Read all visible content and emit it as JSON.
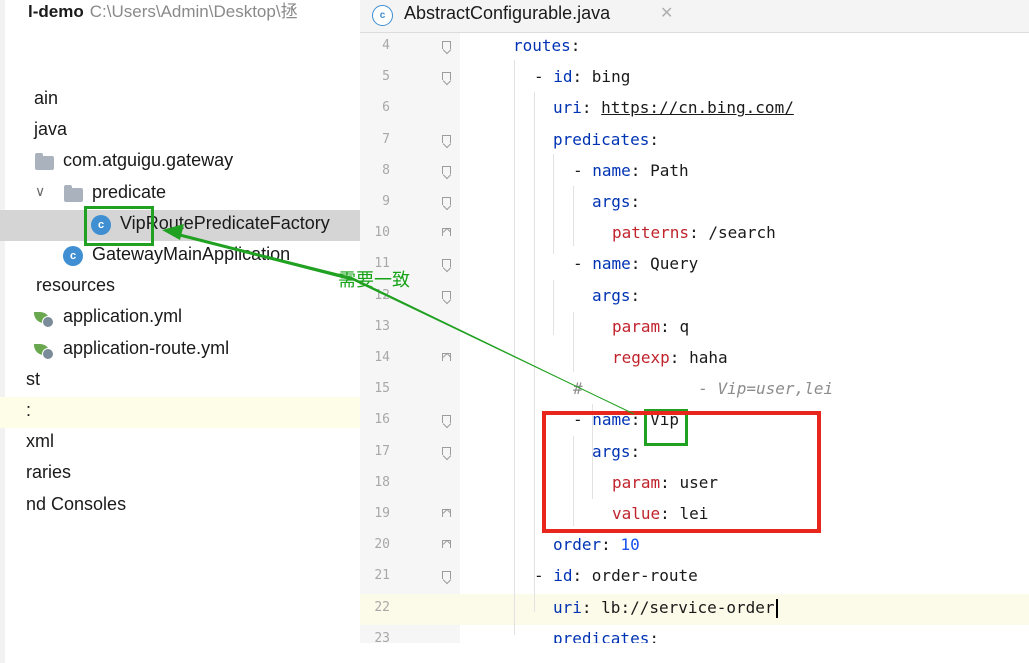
{
  "project_panel": {
    "project_name": "l-demo",
    "project_path": "C:\\Users\\Admin\\Desktop\\拯",
    "tree": [
      {
        "name": "tree-item-main",
        "label": "ain",
        "indent": 34,
        "icon": "none"
      },
      {
        "name": "tree-item-java",
        "label": "java",
        "indent": 34,
        "icon": "none"
      },
      {
        "name": "tree-item-package-gateway",
        "label": "com.atguigu.gateway",
        "indent": 63,
        "icon": "folder-icon"
      },
      {
        "name": "tree-item-package-predicate",
        "label": "predicate",
        "indent": 92,
        "icon": "folder-icon",
        "expanded": true
      },
      {
        "name": "tree-item-vip-route-predicate-factory",
        "label": "VipRoutePredicateFactory",
        "indent": 120,
        "icon": "class-icon",
        "selected": true
      },
      {
        "name": "tree-item-gateway-main-application",
        "label": "GatewayMainApplication",
        "indent": 92,
        "icon": "class-icon"
      },
      {
        "name": "tree-item-resources",
        "label": "resources",
        "indent": 36,
        "icon": "none"
      },
      {
        "name": "tree-item-application-yml",
        "label": "application.yml",
        "indent": 63,
        "icon": "spring-yaml-icon"
      },
      {
        "name": "tree-item-application-route-yml",
        "label": "application-route.yml",
        "indent": 63,
        "icon": "spring-yaml-icon"
      },
      {
        "name": "tree-item-test",
        "label": "st",
        "indent": 26,
        "icon": "none"
      },
      {
        "name": "tree-item-target",
        "label": ":",
        "indent": 26,
        "icon": "none",
        "band": true
      },
      {
        "name": "tree-item-pom",
        "label": "xml",
        "indent": 26,
        "icon": "none"
      },
      {
        "name": "tree-item-external-libraries",
        "label": "raries",
        "indent": 26,
        "icon": "none"
      },
      {
        "name": "tree-item-scratches",
        "label": "nd Consoles",
        "indent": 26,
        "icon": "none"
      }
    ]
  },
  "editor": {
    "tab": {
      "label": "AbstractConfigurable.java",
      "icon": "class-icon",
      "close_icon": "close-icon"
    },
    "lines": [
      {
        "n": "4",
        "fold": "start"
      },
      {
        "n": "5",
        "fold": "start"
      },
      {
        "n": "6",
        "fold": ""
      },
      {
        "n": "7",
        "fold": "start"
      },
      {
        "n": "8",
        "fold": "start"
      },
      {
        "n": "9",
        "fold": "start"
      },
      {
        "n": "10",
        "fold": "end"
      },
      {
        "n": "11",
        "fold": "start"
      },
      {
        "n": "12",
        "fold": "start"
      },
      {
        "n": "13",
        "fold": ""
      },
      {
        "n": "14",
        "fold": "end"
      },
      {
        "n": "15",
        "fold": ""
      },
      {
        "n": "16",
        "fold": "start"
      },
      {
        "n": "17",
        "fold": "start"
      },
      {
        "n": "18",
        "fold": ""
      },
      {
        "n": "19",
        "fold": "end"
      },
      {
        "n": "20",
        "fold": "end"
      },
      {
        "n": "21",
        "fold": "start"
      },
      {
        "n": "22",
        "fold": "",
        "caret": true
      },
      {
        "n": "23",
        "fold": ""
      }
    ],
    "code": {
      "l4": {
        "key": "routes",
        "sep": ":"
      },
      "l5": {
        "dash": "- ",
        "key": "id",
        "sep": ": ",
        "val": "bing"
      },
      "l6": {
        "key": "uri",
        "sep": ": ",
        "val": "https://cn.bing.com/"
      },
      "l7": {
        "key": "predicates",
        "sep": ":"
      },
      "l8": {
        "dash": "- ",
        "key": "name",
        "sep": ": ",
        "val": "Path"
      },
      "l9": {
        "key": "args",
        "sep": ":"
      },
      "l10": {
        "key": "patterns",
        "sep": ": ",
        "val": "/search"
      },
      "l11": {
        "dash": "- ",
        "key": "name",
        "sep": ": ",
        "val": "Query"
      },
      "l12": {
        "key": "args",
        "sep": ":"
      },
      "l13": {
        "key": "param",
        "sep": ": ",
        "val": "q"
      },
      "l14": {
        "key": "regexp",
        "sep": ": ",
        "val": "haha"
      },
      "l15": {
        "hash": "#",
        "comment": "- Vip=user,lei"
      },
      "l16": {
        "dash": "- ",
        "key": "name",
        "sep": ": ",
        "val": "Vip"
      },
      "l17": {
        "key": "args",
        "sep": ":"
      },
      "l18": {
        "key": "param",
        "sep": ": ",
        "val": "user"
      },
      "l19": {
        "key": "value",
        "sep": ": ",
        "val": "lei"
      },
      "l20": {
        "key": "order",
        "sep": ": ",
        "val": "10"
      },
      "l21": {
        "dash": "- ",
        "key": "id",
        "sep": ": ",
        "val": "order-route"
      },
      "l22": {
        "key": "uri",
        "sep": ": ",
        "val": "lb://service-order"
      },
      "l23": {
        "key": "predicates",
        "sep": ":"
      }
    }
  },
  "annotation": {
    "note": "需要一致",
    "colors": {
      "green": "#21a121",
      "red": "#e8261b"
    }
  }
}
